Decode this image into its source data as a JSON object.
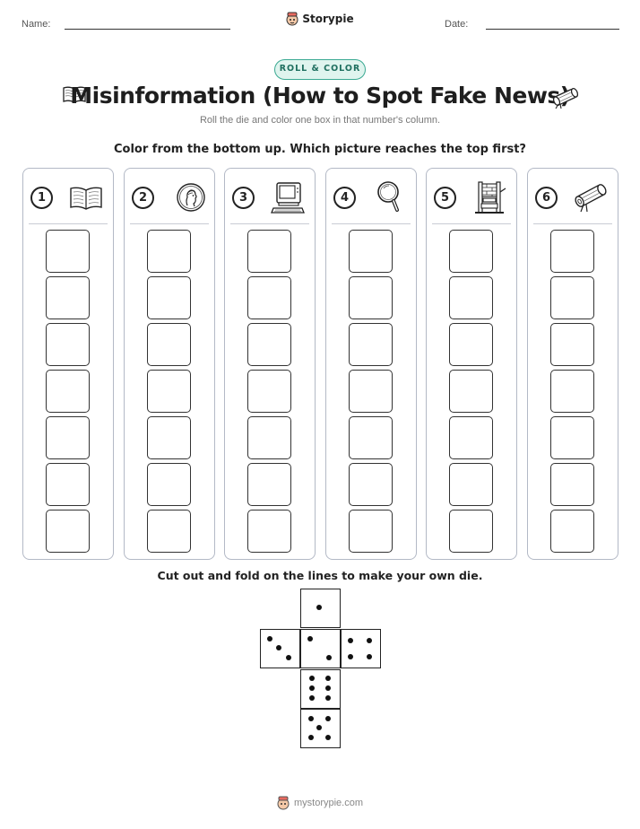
{
  "header": {
    "name_label": "Name:",
    "date_label": "Date:",
    "brand": "Storypie"
  },
  "badge": "ROLL & COLOR",
  "title": "Misinformation (How to Spot Fake News)",
  "subtitle": "Roll the die and color one box in that number's column.",
  "instruction": "Color from the bottom up. Which picture reaches the top first?",
  "columns": [
    {
      "number": "1",
      "icon": "open-book-icon"
    },
    {
      "number": "2",
      "icon": "coin-icon"
    },
    {
      "number": "3",
      "icon": "computer-icon"
    },
    {
      "number": "4",
      "icon": "magnifying-glass-icon"
    },
    {
      "number": "5",
      "icon": "printing-press-icon"
    },
    {
      "number": "6",
      "icon": "scroll-icon"
    }
  ],
  "boxes_per_column": 7,
  "die_instruction": "Cut out and fold on the lines to make your own die.",
  "die_faces": [
    1,
    3,
    2,
    4,
    6,
    5
  ],
  "footer": {
    "url": "mystorypie.com"
  },
  "colors": {
    "badge_border": "#3aa992",
    "badge_fill": "#dff4ee",
    "column_border": "#b3b9c6"
  }
}
